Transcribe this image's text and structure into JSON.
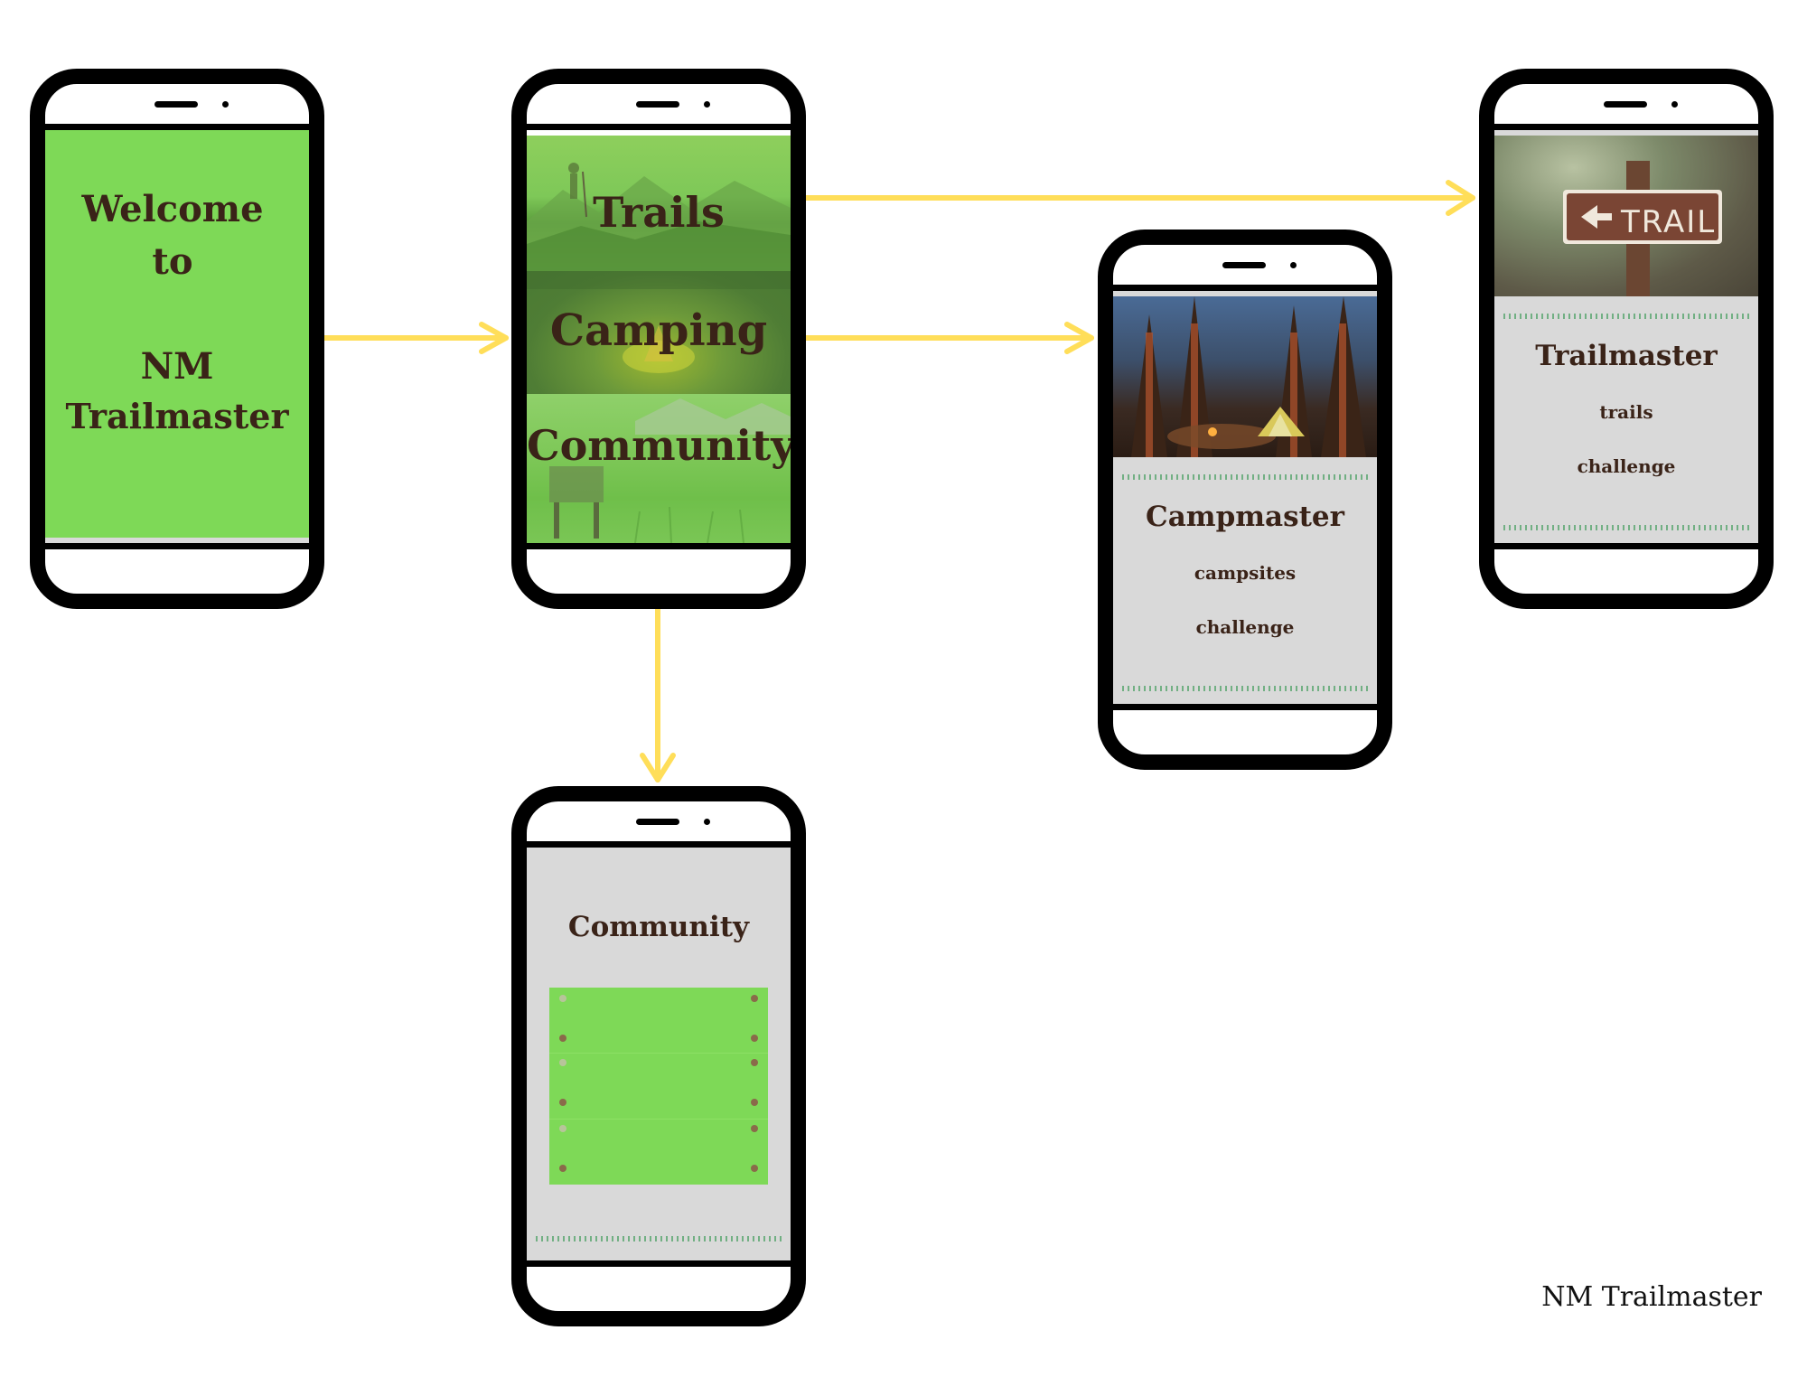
{
  "welcome": {
    "line1": "Welcome",
    "line2": "to",
    "line3": "NM",
    "line4": "Trailmaster"
  },
  "menu": {
    "trails": "Trails",
    "camping": "Camping",
    "community": "Community"
  },
  "camp": {
    "title": "Campmaster",
    "link1": "campsites",
    "link2": "challenge"
  },
  "trail": {
    "title": "Trailmaster",
    "link1": "trails",
    "link2": "challenge",
    "sign_text": "TRAIL"
  },
  "community": {
    "title": "Community"
  },
  "footer": {
    "brand": "NM Trailmaster"
  },
  "colors": {
    "green": "#7ed957",
    "gray": "#d9d9d9",
    "arrow": "#ffde59",
    "text_brown": "#3a2318"
  }
}
